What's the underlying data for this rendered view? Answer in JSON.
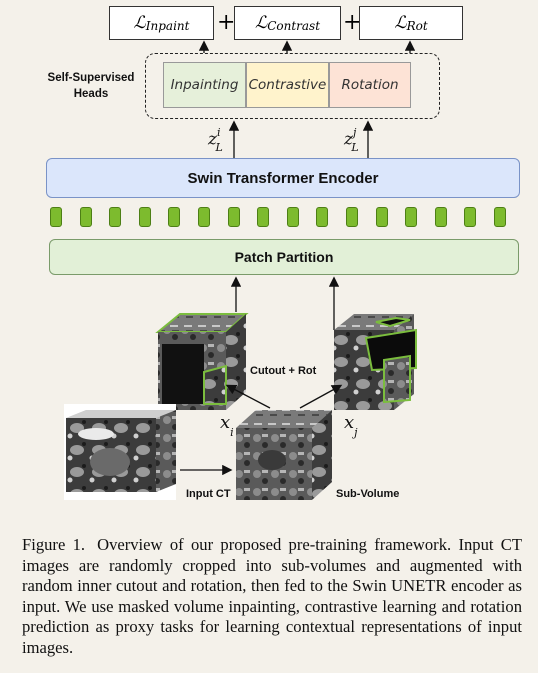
{
  "losses": [
    {
      "symbol": "ℒ",
      "sub": "Inpaint"
    },
    {
      "symbol": "ℒ",
      "sub": "Contrast"
    },
    {
      "symbol": "ℒ",
      "sub": "Rot"
    }
  ],
  "plus": "+",
  "heads_label": "Self-Supervised Heads",
  "heads": [
    {
      "label": "Inpainting",
      "color": "#e6f0da"
    },
    {
      "label": "Contrastive",
      "color": "#fff3cc"
    },
    {
      "label": "Rotation",
      "color": "#fde3d6"
    }
  ],
  "z_left": {
    "base": "z",
    "sup": "i",
    "sub": "L"
  },
  "z_right": {
    "base": "z",
    "sup": "j",
    "sub": "L"
  },
  "encoder_label": "Swin Transformer Encoder",
  "patch_label": "Patch Partition",
  "cutout_label": "Cutout + Rot",
  "x_left": {
    "base": "x",
    "sub": "i"
  },
  "x_right": {
    "base": "x",
    "sub": "j"
  },
  "input_label": "Input CT",
  "subvolume_label": "Sub-Volume",
  "caption": {
    "lead": "Figure 1.",
    "text": "Overview of our proposed pre-training framework. Input CT images are randomly cropped into sub-volumes and augmented with random inner cutout and rotation, then fed to the Swin UNETR encoder as input. We use masked volume inpainting, contrastive learning and rotation prediction as proxy tasks for learning contextual representations of input images."
  }
}
